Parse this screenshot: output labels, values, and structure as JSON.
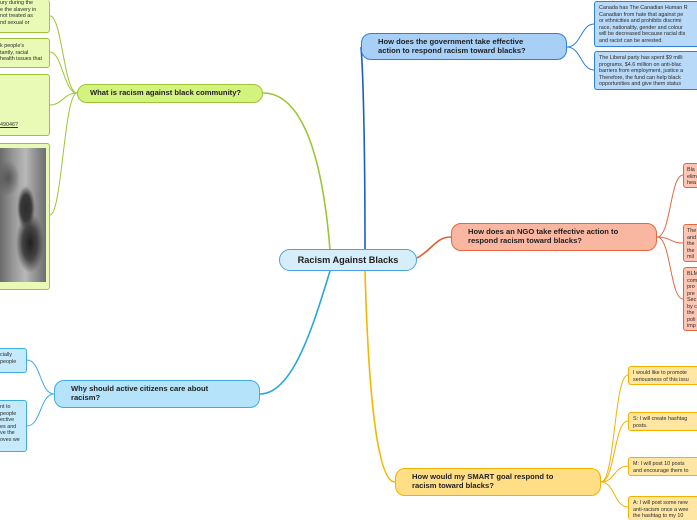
{
  "central": {
    "label": "Racism Against Blacks"
  },
  "branches": {
    "what": {
      "lines": [
        "What is racism against black community?"
      ],
      "children": [
        {
          "lines": [
            "ury during the",
            "e the slavery in",
            "not treated as",
            "nd sexual or"
          ]
        },
        {
          "lines": [
            "k people's",
            "tantly, racial",
            "health issues that"
          ]
        },
        {
          "lines": [
            "49046?"
          ]
        }
      ]
    },
    "government": {
      "lines": [
        "How does the government take effective",
        "action to respond racism toward blacks?"
      ],
      "children": [
        {
          "lines": [
            "Canada has The Canadian Human R",
            "Canadian from hate that against pe",
            "or ethnicities and prohibits discrimi",
            "race, nationality, gender and colour",
            "will be decreased because racial dis",
            "and racist can be arrested."
          ]
        },
        {
          "lines": [
            "The Liberal party has spent $9 milli",
            "programs, $4.6 million on anti-blac",
            "barriers from employment, justice a",
            "Therefore, the fund can help black",
            "opportunities and give them status"
          ]
        }
      ]
    },
    "ngo": {
      "lines": [
        "How does an NGO take effective action to",
        "respond racism toward blacks?"
      ],
      "children": [
        {
          "lines": [
            "Bla",
            "elim",
            "hea"
          ]
        },
        {
          "lines": [
            "The",
            "and",
            "the",
            "the",
            "mil"
          ]
        },
        {
          "lines": [
            "BLM",
            "com",
            "pro",
            "pre",
            "Sec",
            "by c",
            "the",
            "poli",
            "imp"
          ]
        }
      ]
    },
    "why": {
      "lines": [
        "Why should active citizens care about",
        "racism?"
      ],
      "children": [
        {
          "lines": [
            "cially",
            "people"
          ]
        },
        {
          "lines": [
            "nt to",
            "people",
            "ective",
            "es and",
            "ve the",
            "oves we"
          ]
        }
      ]
    },
    "smart": {
      "lines": [
        "How would my SMART goal respond to",
        "racism toward blacks?"
      ],
      "children": [
        {
          "lines": [
            "I would like to promote",
            "seriousness of this issu"
          ]
        },
        {
          "lines": [
            "S: I will create hashtag",
            "posts."
          ]
        },
        {
          "lines": [
            "M: I will post 10 posts",
            "and encourage them to"
          ]
        },
        {
          "lines": [
            "A: I will post some new",
            "anti-racism once a wee",
            "the hashtag to my 10"
          ]
        }
      ]
    }
  },
  "colors": {
    "central": {
      "fill": "#d6edfa",
      "border": "#4aa3dc"
    },
    "what": {
      "fill": "#d3f27e",
      "border": "#9cc534",
      "child": "#e8fab6",
      "line": "#9cc534"
    },
    "government": {
      "fill": "#a8cff6",
      "border": "#2f7fd6",
      "child": "#b9d9f8",
      "line": "#1a5fc4"
    },
    "ngo": {
      "fill": "#f9b6a1",
      "border": "#e5673f",
      "child": "#fbc6b4",
      "line": "#e55a2b"
    },
    "why": {
      "fill": "#b4e3fa",
      "border": "#3fabe2",
      "child": "#c4eafc",
      "line": "#2aa5e0"
    },
    "smart": {
      "fill": "#ffde86",
      "border": "#f2b100",
      "child": "#ffe6a3",
      "line": "#f5b800"
    }
  }
}
